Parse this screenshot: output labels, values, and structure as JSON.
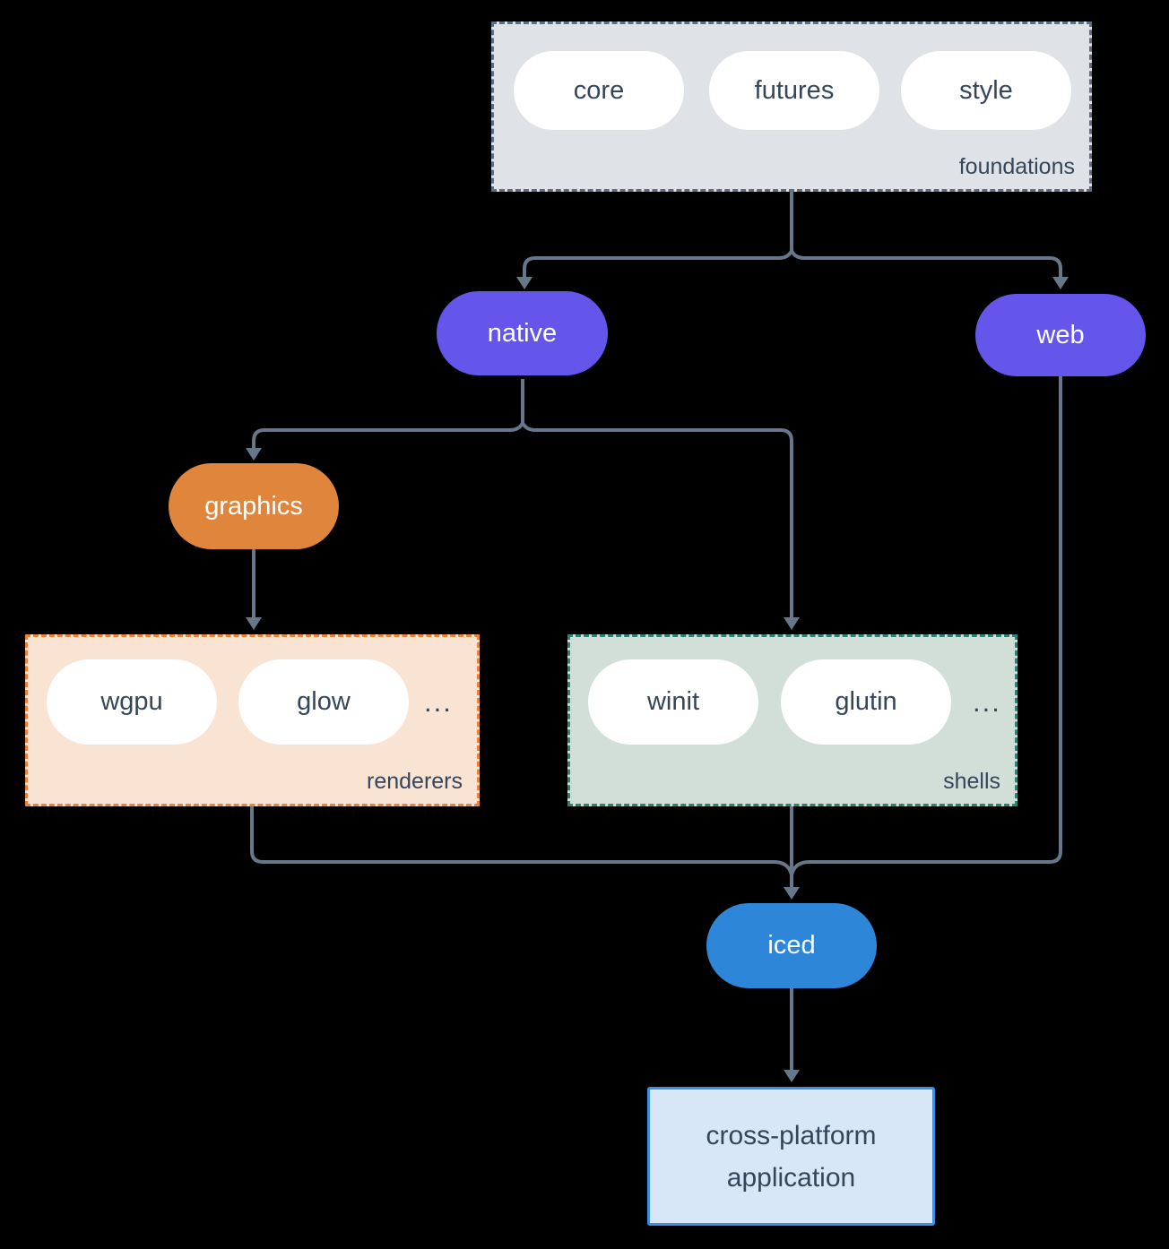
{
  "diagram": {
    "background_color": "#000000",
    "connector_color": "#67778a",
    "text_dark_color": "#35465a",
    "groups": {
      "foundations": {
        "label": "foundations",
        "fill": "#dfe3e8",
        "border": "#5d6e80",
        "pills": [
          "core",
          "futures",
          "style"
        ]
      },
      "renderers": {
        "label": "renderers",
        "fill": "#f9e3d3",
        "border": "#e8833b",
        "pills": [
          "wgpu",
          "glow"
        ],
        "ellipsis": "..."
      },
      "shells": {
        "label": "shells",
        "fill": "#d2dfd9",
        "border": "#2f8272",
        "pills": [
          "winit",
          "glutin"
        ],
        "ellipsis": "..."
      }
    },
    "nodes": {
      "native": {
        "label": "native",
        "fill": "#6456ea"
      },
      "web": {
        "label": "web",
        "fill": "#6456ea"
      },
      "graphics": {
        "label": "graphics",
        "fill": "#e0853c"
      },
      "iced": {
        "label": "iced",
        "fill": "#2e86d8"
      }
    },
    "application": {
      "line1": "cross-platform",
      "line2": "application",
      "fill": "#d8e7f8",
      "border": "#3e8ee2"
    }
  }
}
